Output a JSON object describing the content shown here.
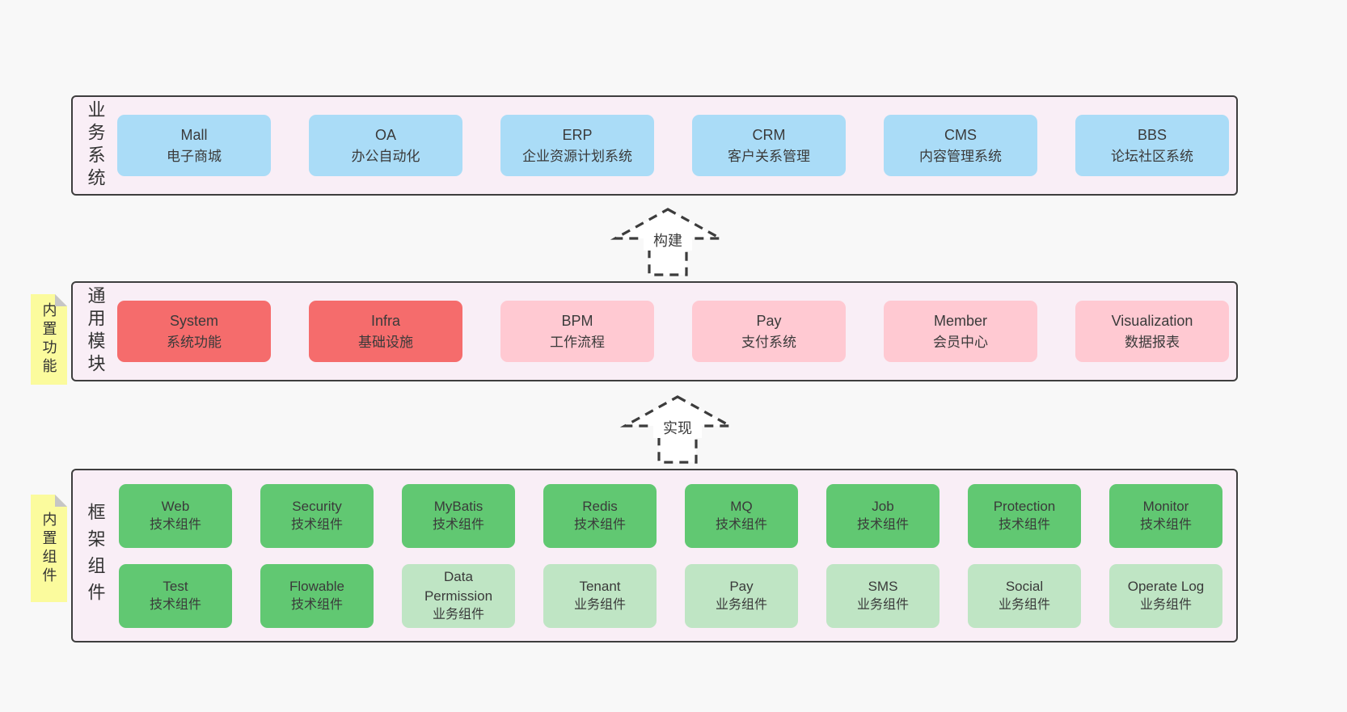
{
  "colors": {
    "page_bg": "#f8f8f8",
    "band_bg": "#f9eef6",
    "band_border": "#3e3e3e",
    "blue": "#aadcf7",
    "red": "#f56c6c",
    "pink": "#ffc9d2",
    "green": "#61c872",
    "green_light": "#bfe5c4",
    "note_yellow": "#fbfb9d",
    "text": "#3a3a3a"
  },
  "arrows": [
    {
      "label": "构建"
    },
    {
      "label": "实现"
    }
  ],
  "bands": [
    {
      "label": "业务系统",
      "rows": [
        [
          {
            "title": "Mall",
            "subtitle": "电子商城"
          },
          {
            "title": "OA",
            "subtitle": "办公自动化"
          },
          {
            "title": "ERP",
            "subtitle": "企业资源计划系统"
          },
          {
            "title": "CRM",
            "subtitle": "客户关系管理"
          },
          {
            "title": "CMS",
            "subtitle": "内容管理系统"
          },
          {
            "title": "BBS",
            "subtitle": "论坛社区系统"
          }
        ]
      ]
    },
    {
      "label": "通用模块",
      "note": "内置功能",
      "rows": [
        [
          {
            "title": "System",
            "subtitle": "系统功能"
          },
          {
            "title": "Infra",
            "subtitle": "基础设施"
          },
          {
            "title": "BPM",
            "subtitle": "工作流程"
          },
          {
            "title": "Pay",
            "subtitle": "支付系统"
          },
          {
            "title": "Member",
            "subtitle": "会员中心"
          },
          {
            "title": "Visualization",
            "subtitle": "数据报表"
          }
        ]
      ]
    },
    {
      "label": "框架组件",
      "note": "内置组件",
      "rows": [
        [
          {
            "title": "Web",
            "subtitle": "技术组件"
          },
          {
            "title": "Security",
            "subtitle": "技术组件"
          },
          {
            "title": "MyBatis",
            "subtitle": "技术组件"
          },
          {
            "title": "Redis",
            "subtitle": "技术组件"
          },
          {
            "title": "MQ",
            "subtitle": "技术组件"
          },
          {
            "title": "Job",
            "subtitle": "技术组件"
          },
          {
            "title": "Protection",
            "subtitle": "技术组件"
          },
          {
            "title": "Monitor",
            "subtitle": "技术组件"
          }
        ],
        [
          {
            "title": "Test",
            "subtitle": "技术组件"
          },
          {
            "title": "Flowable",
            "subtitle": "技术组件"
          },
          {
            "title": "Data Permission",
            "subtitle": "业务组件"
          },
          {
            "title": "Tenant",
            "subtitle": "业务组件"
          },
          {
            "title": "Pay",
            "subtitle": "业务组件"
          },
          {
            "title": "SMS",
            "subtitle": "业务组件"
          },
          {
            "title": "Social",
            "subtitle": "业务组件"
          },
          {
            "title": "Operate Log",
            "subtitle": "业务组件"
          }
        ]
      ]
    }
  ]
}
